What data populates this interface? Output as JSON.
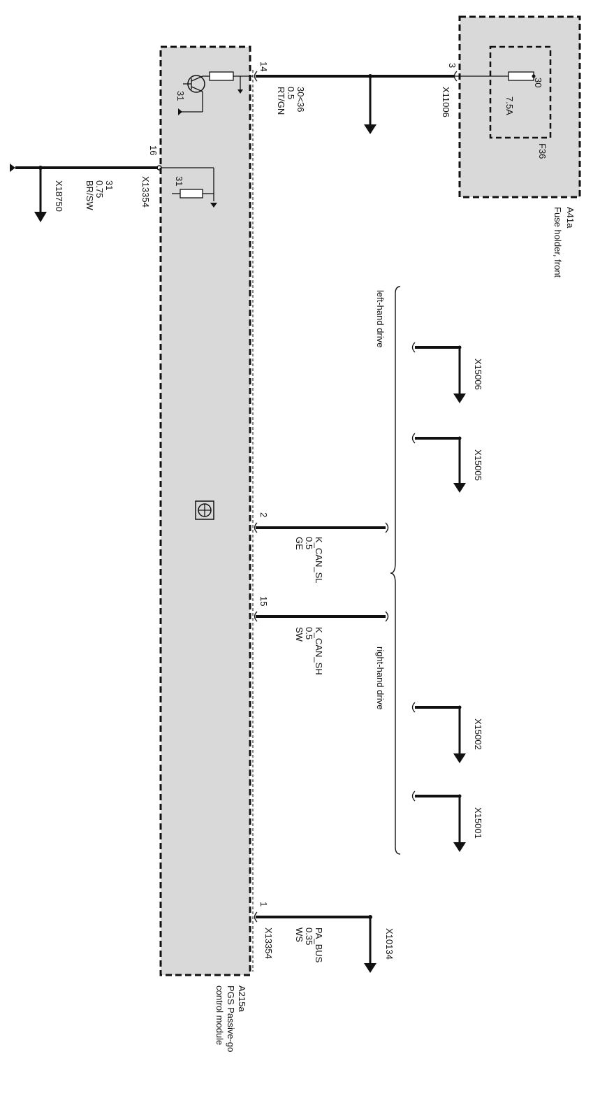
{
  "fuse_holder": {
    "id": "A41a",
    "name": "Fuse holder, front",
    "fuse_id": "F36",
    "fuse_rating": "7.5A",
    "fuse_terminal": "30",
    "pin": "3",
    "connector": "X11006"
  },
  "module": {
    "id": "A215a",
    "name_line1": "PGS Passive-go",
    "name_line2": "control module",
    "internal_ground": "31",
    "internal_ground_2": "31"
  },
  "wires": {
    "supply": {
      "pin": "14",
      "signal": "30<36",
      "gauge": "0.5",
      "color": "RT/GN"
    },
    "ground": {
      "pin": "16",
      "connector": "X13354",
      "signal": "31",
      "gauge": "0.75",
      "color": "BR/SW",
      "ground_connector": "X18750"
    },
    "can_low": {
      "pin": "2",
      "signal": "K_CAN_SL",
      "gauge": "0.5",
      "color": "GE"
    },
    "can_high": {
      "pin": "15",
      "signal": "K_CAN_SH",
      "gauge": "0.5",
      "color": "SW"
    },
    "pa_bus": {
      "pin": "1",
      "connector": "X13354",
      "signal": "PA_BUS",
      "gauge": "0.35",
      "color": "WS",
      "dest": "X10134"
    }
  },
  "groups": {
    "lhd_label": "left-hand drive",
    "rhd_label": "right-hand drive",
    "lhd_connectors": [
      "X15006",
      "X15005"
    ],
    "rhd_connectors": [
      "X15002",
      "X15001"
    ]
  }
}
